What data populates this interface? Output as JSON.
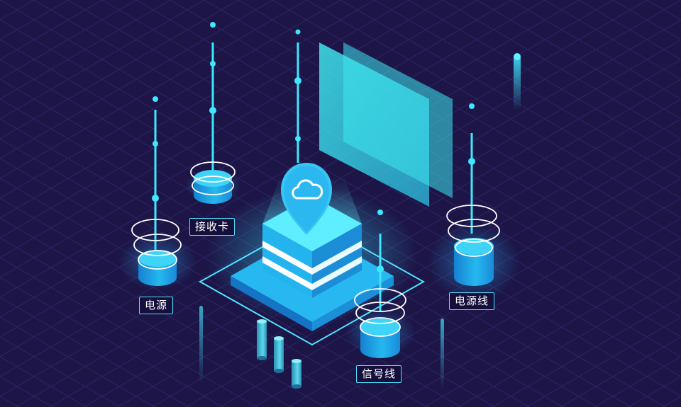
{
  "labels": {
    "receiver_card": "接收卡",
    "power": "电源",
    "power_cable": "电源线",
    "signal_cable": "信号线"
  },
  "colors": {
    "background": "#1c1546",
    "accent": "#37e4ff",
    "device_body": "#1aa7e6",
    "label_border": "#4fe3ff",
    "label_text": "#ffffff"
  },
  "icons": {
    "center": "cloud-icon"
  }
}
